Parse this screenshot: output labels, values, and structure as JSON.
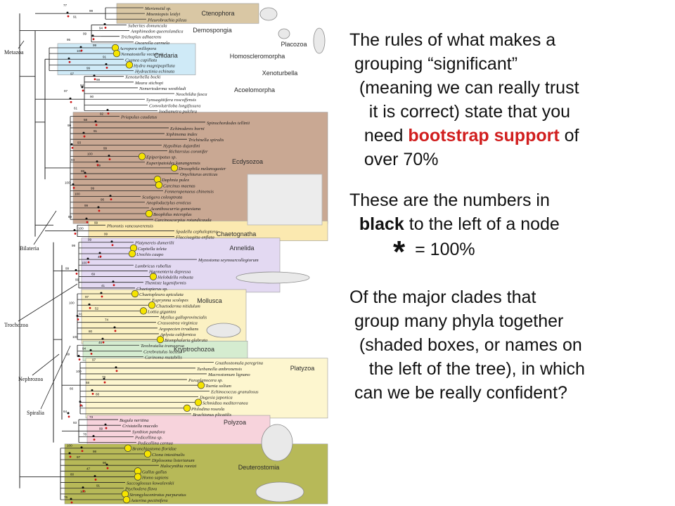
{
  "tree": {
    "side_labels": [
      "Metazoa",
      "Bilateria",
      "Trochozoa",
      "Nephrozoa",
      "Spiralia"
    ],
    "clades": [
      {
        "name": "Ctenophora",
        "color": "#d9c7a4"
      },
      {
        "name": "Demospongia",
        "color": "#ffffff"
      },
      {
        "name": "Placozoa",
        "color": "#ffffff"
      },
      {
        "name": "Homoscleromorpha",
        "color": "#ffffff"
      },
      {
        "name": "Cnidaria",
        "color": "#cfeaf7"
      },
      {
        "name": "Xenoturbella",
        "color": "#ffffff"
      },
      {
        "name": "Acoelomorpha",
        "color": "#ffffff"
      },
      {
        "name": "Ecdysozoa",
        "color": "#c9a893"
      },
      {
        "name": "Chaetognatha",
        "color": "#fbe9b0"
      },
      {
        "name": "Annelida",
        "color": "#e3d9f2"
      },
      {
        "name": "Mollusca",
        "color": "#fbf1c3"
      },
      {
        "name": "Kryptrochozoa",
        "color": "#d5ecd0"
      },
      {
        "name": "Platyzoa",
        "color": "#fdf6cf"
      },
      {
        "name": "Polyzoa",
        "color": "#f7d3dc"
      },
      {
        "name": "Deuterostomia",
        "color": "#b7b958"
      }
    ],
    "species": [
      "Mertensiid sp.",
      "Mnemiopsis leidyi",
      "Pleurobrachia pileus",
      "Suberites domuncula",
      "Amphimedon queenslandica",
      "Trichoplax adhaerens",
      "Oscarella carmela",
      "Acropora millepora",
      "Nematostella vectensis",
      "Cyanea capillata",
      "Hydra magnipapillata",
      "Hydractinia echinata",
      "Xenoturbella bocki",
      "Meara stichopi",
      "Nemertoderma westbladi",
      "Neochildia fusca",
      "Symsagittifera roscoffensis",
      "Convolutriloba longifissura",
      "Isodiametra pulchra",
      "Priapulus caudatus",
      "Spinochordodes tellinii",
      "Echinoderes horni",
      "Xiphinema index",
      "Trichinella spiralis",
      "Hypsibius dujardini",
      "Richtersius coronifer",
      "Epiperipatus sp.",
      "Euperipatoides kanangrensis",
      "Drosophila melanogaster",
      "Onychiurus arcticus",
      "Daphnia pulex",
      "Carcinus maenas",
      "Fenneropenaeus chinensis",
      "Scutigera coleoptrata",
      "Anoplodactylus eroticus",
      "Acanthoscurria gomesiana",
      "Boophilus microplus",
      "Carcinoscorpius rotundicauda",
      "Phoronis vancouverensis",
      "Spadella cephaloptera",
      "Flaccisagitta enflata",
      "Platynereis dumerilii",
      "Capitella teleta",
      "Urechis caupo",
      "Myzostoma seymourcollegiorum",
      "Lumbricus rubellus",
      "Haementeria depressa",
      "Helobdella robusta",
      "Themiste lageniformis",
      "Chaetopterus sp.",
      "Chaetopleura apiculata",
      "Euprymna scolopes",
      "Chaetoderma nitidulum",
      "Lottia gigantea",
      "Mytilus galloprovincialis",
      "Crassostrea virginica",
      "Argopecten irradians",
      "Aplysia californica",
      "Biomphalaria glabrata",
      "Terebratalia transversa",
      "Cerebratulus lacteus",
      "Carinoma mutabilis",
      "Gnathostomula peregrina",
      "Turbanella ambronensis",
      "Macrostomum lignano",
      "Paraplanocera sp.",
      "Taenia solium",
      "Echinococcus granulosus",
      "Dugesia japonica",
      "Schmidtea mediterranea",
      "Philodina roseola",
      "Brachionus plicatilis",
      "Bugula neritina",
      "Cristatella mucedo",
      "Symbion pandora",
      "Pedicellina sp.",
      "Pedicellina cernua",
      "Branchiostoma floridae",
      "Ciona intestinalis",
      "Diplosoma listerianum",
      "Halocynthia roretzi",
      "Gallus gallus",
      "Homo sapiens",
      "Saccoglossus kowalevskii",
      "Ptychodera flava",
      "Strongylocentrotus purpuratus",
      "Asterina pectinifera"
    ],
    "node_support": [
      "77",
      "99",
      "91",
      "94",
      "99",
      "95",
      "99",
      "100",
      "91",
      "99",
      "97",
      "99",
      "94",
      "97",
      "90",
      "61",
      "92",
      "58",
      "99",
      "91",
      "93",
      "99",
      "100",
      "84",
      "89",
      "99",
      "100",
      "99",
      "100",
      "96",
      "99",
      "89",
      "99",
      "100",
      "99",
      "99",
      "99",
      "43",
      "100",
      "99",
      "69",
      "99",
      "41",
      "97",
      "100",
      "52",
      "91",
      "74",
      "80",
      "100",
      "46",
      "94",
      "99",
      "97",
      "100",
      "79",
      "68",
      "66",
      "88",
      "89",
      "64",
      "73",
      "93",
      "99",
      "78",
      "100",
      "98",
      "97",
      "96",
      "47",
      "80",
      "91",
      "100",
      "76"
    ],
    "colors": {
      "branch": "#222222",
      "black_dot": "#111111",
      "red_dot": "#cc1111",
      "marker_fill": "#f5e400",
      "marker_stroke": "#333333",
      "species_text": "#1a1a1a",
      "support_black": "#111111",
      "support_red": "#c62222"
    }
  },
  "text": {
    "para1_lines": [
      "The rules of what makes a",
      " grouping “significant”",
      "  (meaning we can really trust",
      "    it is correct) state that you",
      "   need "
    ],
    "para1_highlight": "bootstrap support",
    "para1_after_highlight": " of",
    "para1_last_line": "   over 70%",
    "para2_line1": "These are the numbers in",
    "para2_bold": "black",
    "para2_after_bold": " to the left of a node",
    "star_symbol": "*",
    "star_value": "= 100%",
    "para3_lines": [
      "Of the major clades that",
      " group many phyla together",
      "  (shaded boxes, or names on",
      "    the left of the tree), in which",
      " can we be really confident?"
    ]
  }
}
